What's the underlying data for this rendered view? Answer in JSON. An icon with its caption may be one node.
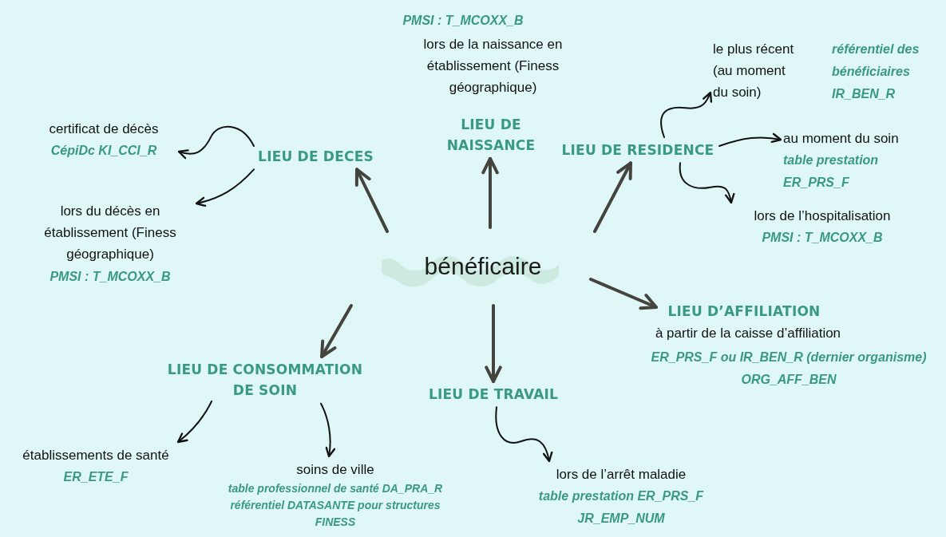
{
  "diagram": {
    "nodes": [
      {
        "text": [
          "bénéficaire"
        ]
      },
      {
        "text": [
          "LIEU DE DECES"
        ]
      },
      {
        "text": [
          "LIEU DE NAISSANCE"
        ],
        "beside": [
          "PMSI : T_MCOXX_B",
          "lors de la naissance en établissement (Finess géographique)"
        ]
      },
      {
        "text": [
          "LIEU DE RESIDENCE"
        ]
      },
      {
        "text": [
          "LIEU D’AFFILIATION"
        ],
        "beside": [
          "à partir de la caisse d’affiliation",
          "ER_PRS_F ou IR_BEN_R (dernier organisme) ORG_AFF_BEN"
        ]
      },
      {
        "text": [
          "LIEU DE TRAVAIL"
        ]
      },
      {
        "text": [
          "LIEU DE CONSOMMATION DE SOIN"
        ]
      },
      {
        "text": [
          "certificat de décès",
          "CépiDc KI_CCI_R"
        ]
      },
      {
        "text": [
          "lors du décès en établissement (Finess géographique)",
          "PMSI : T_MCOXX_B"
        ]
      },
      {
        "text": [
          "le plus récent (au moment du soin)",
          "référentiel des bénéficiaires IR_BEN_R"
        ]
      },
      {
        "text": [
          "au moment du soin",
          "table prestation ER_PRS_F"
        ]
      },
      {
        "text": [
          "lors de l’hospitalisation",
          "PMSI : T_MCOXX_B"
        ]
      },
      {
        "text": [
          "établissements de santé",
          "ER_ETE_F"
        ]
      },
      {
        "text": [
          "soins de ville",
          "table professionnel de santé DA_PRA_R référentiel DATASANTE pour structures FINESS"
        ]
      },
      {
        "text": [
          "lors de l’arrêt maladie",
          "table prestation ER_PRS_F JR_EMP_NUM"
        ]
      }
    ],
    "edges": [
      {
        "from": 0,
        "to": 1,
        "arrow": "to",
        "style": "thick",
        "color": "#45433d"
      },
      {
        "from": 0,
        "to": 2,
        "arrow": "to",
        "style": "thick",
        "color": "#45433d"
      },
      {
        "from": 0,
        "to": 3,
        "arrow": "to",
        "style": "thick",
        "color": "#45433d"
      },
      {
        "from": 0,
        "to": 4,
        "arrow": "to",
        "style": "thick",
        "color": "#45433d"
      },
      {
        "from": 0,
        "to": 5,
        "arrow": "to",
        "style": "thick",
        "color": "#45433d"
      },
      {
        "from": 0,
        "to": 6,
        "arrow": "to",
        "style": "thick",
        "color": "#45433d"
      },
      {
        "from": 1,
        "to": 7,
        "arrow": "to"
      },
      {
        "from": 1,
        "to": 8,
        "arrow": "to"
      },
      {
        "from": 3,
        "to": 9,
        "arrow": "to"
      },
      {
        "from": 3,
        "to": 10,
        "arrow": "to"
      },
      {
        "from": 3,
        "to": 11,
        "arrow": "to"
      },
      {
        "from": 6,
        "to": 12,
        "arrow": "to"
      },
      {
        "from": 6,
        "to": 13,
        "arrow": "to"
      },
      {
        "from": 5,
        "to": 14,
        "arrow": "to"
      }
    ]
  }
}
